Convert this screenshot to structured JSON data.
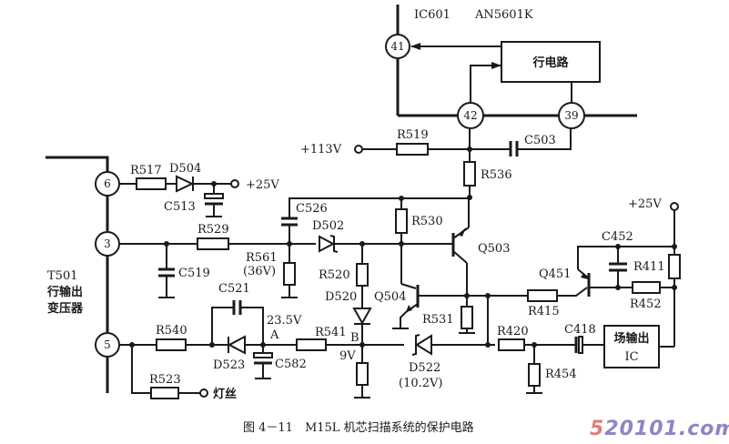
{
  "ic": {
    "name": "IC601",
    "part": "AN5601K",
    "pins": [
      "41",
      "42",
      "39"
    ],
    "block_label": "行电路"
  },
  "transformer": {
    "ref": "T501",
    "desc_line1": "行输出",
    "desc_line2": "变压器",
    "pins": [
      "6",
      "3",
      "5"
    ]
  },
  "supplies": {
    "v25_top": "+25V",
    "v25_right": "+25V",
    "v113": "+113V",
    "filament": "灯丝"
  },
  "resistors": {
    "R517": "R517",
    "R529": "R529",
    "R561": "R561",
    "R561_note": "(36V)",
    "R519": "R519",
    "R536": "R536",
    "R530": "R530",
    "R520": "R520",
    "R531": "R531",
    "R540": "R540",
    "R541": "R541",
    "R523": "R523",
    "R420": "R420",
    "R454": "R454",
    "R415": "R415",
    "R411": "R411",
    "R452": "R452"
  },
  "capacitors": {
    "C513": "C513",
    "C519": "C519",
    "C526": "C526",
    "C503": "C503",
    "C521": "C521",
    "C582": "C582",
    "C418": "C418",
    "C452": "C452"
  },
  "diodes": {
    "D504": "D504",
    "D502": "D502",
    "D520": "D520",
    "D523": "D523",
    "D522": "D522",
    "D522_note": "(10.2V)"
  },
  "transistors": {
    "Q503": "Q503",
    "Q504": "Q504",
    "Q451": "Q451"
  },
  "nodes": {
    "A_label": "A",
    "A_voltage": "23.5V",
    "B_label": "B",
    "B_voltage": "9V"
  },
  "vertical_ic": {
    "line1": "场输出",
    "line2": "IC"
  },
  "caption": "图 4－11　M15L 机芯扫描系统的保护电路",
  "watermark": {
    "first": "5",
    "rest": "20101.com",
    "color_first": "#e87a7a",
    "color_rest": "#8c86c8"
  }
}
